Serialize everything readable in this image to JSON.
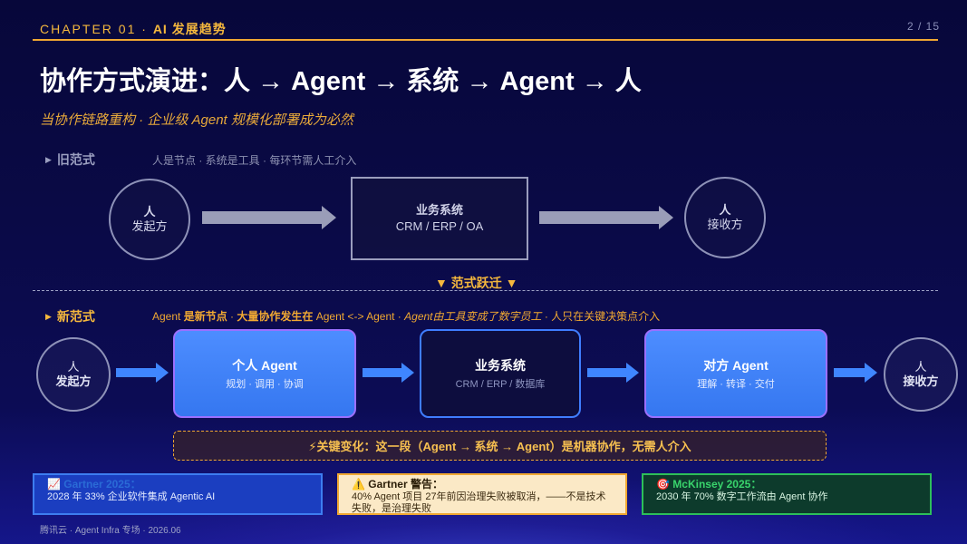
{
  "header": {
    "chapter": "CHAPTER 01",
    "sep": " · ",
    "chapter_title": "AI 发展趋势",
    "page": "2 / 15"
  },
  "title": "协作方式演进：人 → Agent → 系统 → Agent → 人",
  "subtitle": "当协作链路重构 · 企业级 Agent 规模化部署成为必然",
  "old_paradigm": {
    "label": "旧范式",
    "desc": "人是节点 · 系统是工具 · 每环节需人工介入",
    "left_node": {
      "line1": "人",
      "line2": "发起方"
    },
    "middle": {
      "line1": "业务系统",
      "line2": "CRM / ERP / OA"
    },
    "right_node": {
      "line1": "人",
      "line2": "接收方"
    }
  },
  "transition": "▼  范式跃迁  ▼",
  "new_paradigm": {
    "label": "新范式",
    "desc_prefix": "Agent ",
    "desc_bold1": "是新节点",
    "desc_mid1": " · ",
    "desc_bold2": "大量协作发生在",
    "desc_mid2": " Agent <-> Agent · ",
    "desc_italic": "Agent由工具变成了数字员工",
    "desc_tail": " ·  人只在关键决策点介入",
    "left_node": {
      "line1": "人",
      "line2": "发起方"
    },
    "personal_agent": {
      "title": "个人 Agent",
      "sub": "规划 · 调用 · 协调"
    },
    "biz_system": {
      "title": "业务系统",
      "sub": "CRM / ERP / 数据库"
    },
    "other_agent": {
      "title": "对方 Agent",
      "sub": "理解 · 转译 · 交付"
    },
    "right_node": {
      "line1": "人",
      "line2": "接收方"
    }
  },
  "key_change": "⚡关键变化：这一段（Agent → 系统 → Agent）是机器协作，无需人介入",
  "cards": [
    {
      "head": "📈 Gartner 2025：",
      "body": "2028 年 33% 企业软件集成 Agentic AI"
    },
    {
      "head": "⚠️ Gartner 警告：",
      "body": "40% Agent 项目 27年前因治理失败被取消，——不是技术失败，是治理失败"
    },
    {
      "head": "🎯 McKinsey 2025：",
      "body": "2030 年 70% 数字工作流由 Agent 协作"
    }
  ],
  "footer": "腾讯云 · Agent Infra 专场 · 2026.06",
  "colors": {
    "accent": "#f5b83d",
    "agent_blue": "#3f86ff",
    "background": "#0a0a46"
  }
}
